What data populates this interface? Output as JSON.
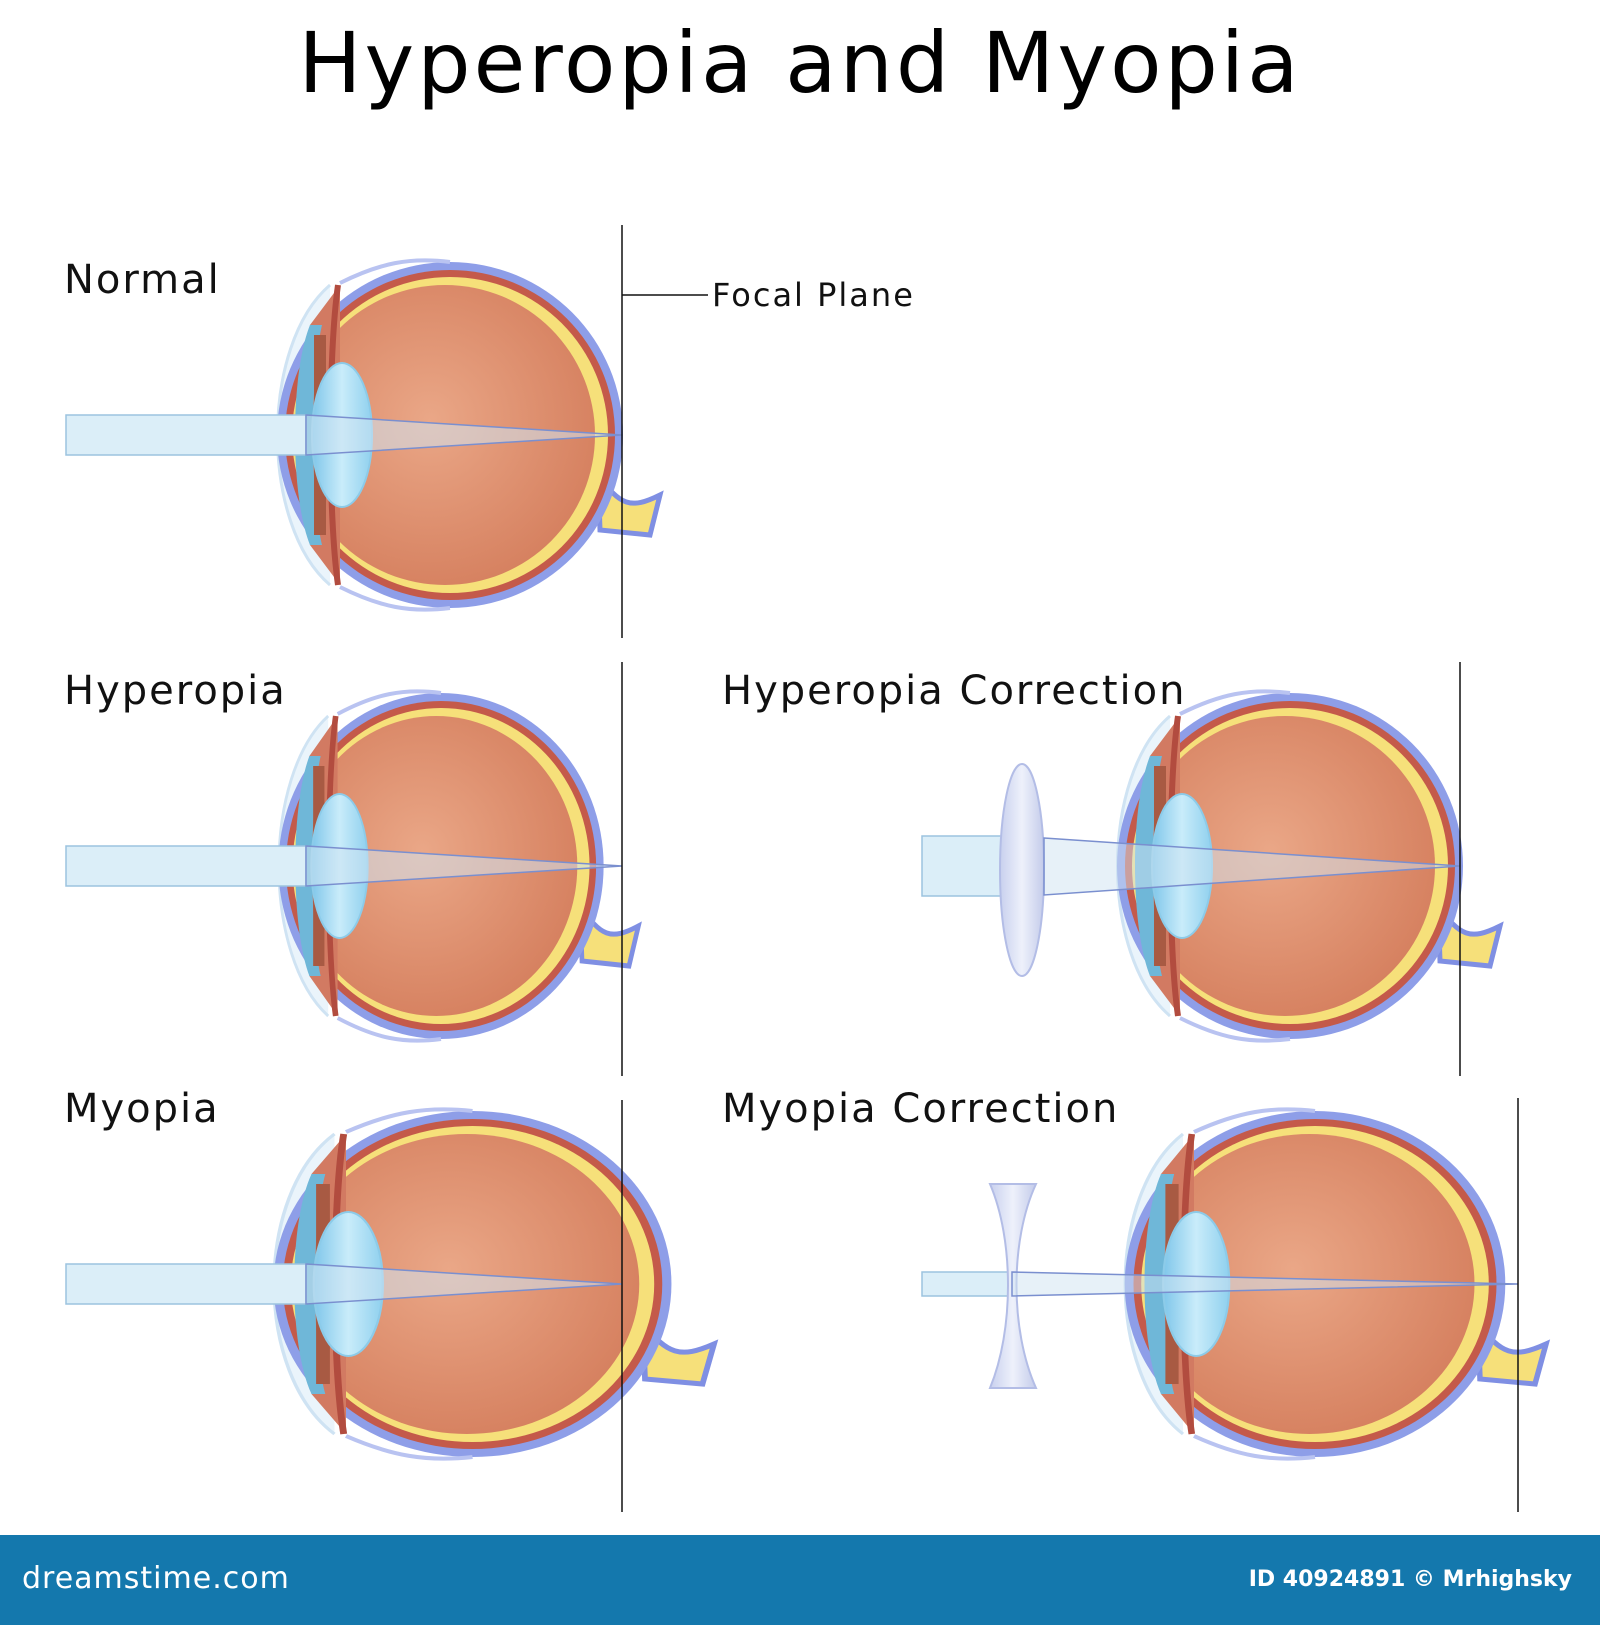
{
  "title": "Hyperopia and Myopia",
  "labels": {
    "normal": "Normal",
    "focal_plane": "Focal Plane",
    "hyperopia": "Hyperopia",
    "hyperopia_correction": "Hyperopia Correction",
    "myopia": "Myopia",
    "myopia_correction": "Myopia Correction"
  },
  "footer": {
    "brand": "dreamstime.com",
    "credit": "ID 40924891 © Mrhighsky"
  },
  "colors": {
    "sclera_outer": "#8e9ee8",
    "choroid": "#b5473c",
    "retina": "#f6e07a",
    "vitreous": "#d88a6a",
    "lens": "#a8dcf4",
    "light_beam": "#dbeef8",
    "footer_bg": "#1478ad"
  }
}
